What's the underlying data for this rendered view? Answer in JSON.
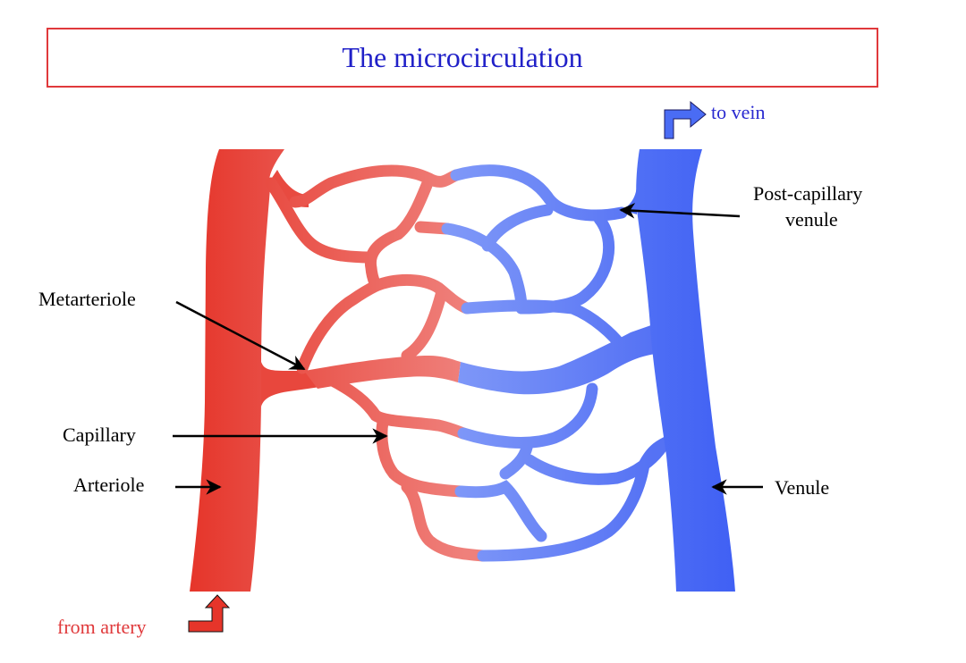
{
  "title": "The microcirculation",
  "labels": {
    "to_vein": "to vein",
    "post_capillary_line1": "Post-capillary",
    "post_capillary_line2": "venule",
    "metarteriole": "Metarteriole",
    "capillary": "Capillary",
    "arteriole": "Arteriole",
    "venule": "Venule",
    "from_artery": "from artery"
  },
  "colors": {
    "title_text": "#2020c8",
    "title_border": "#e0393b",
    "arterial_dark": "#e6352a",
    "arterial_light": "#ef7d78",
    "venous_light": "#7f98f7",
    "venous_dark": "#4565f4",
    "from_artery_text": "#e0393b",
    "to_vein_text": "#2a2ad0"
  }
}
